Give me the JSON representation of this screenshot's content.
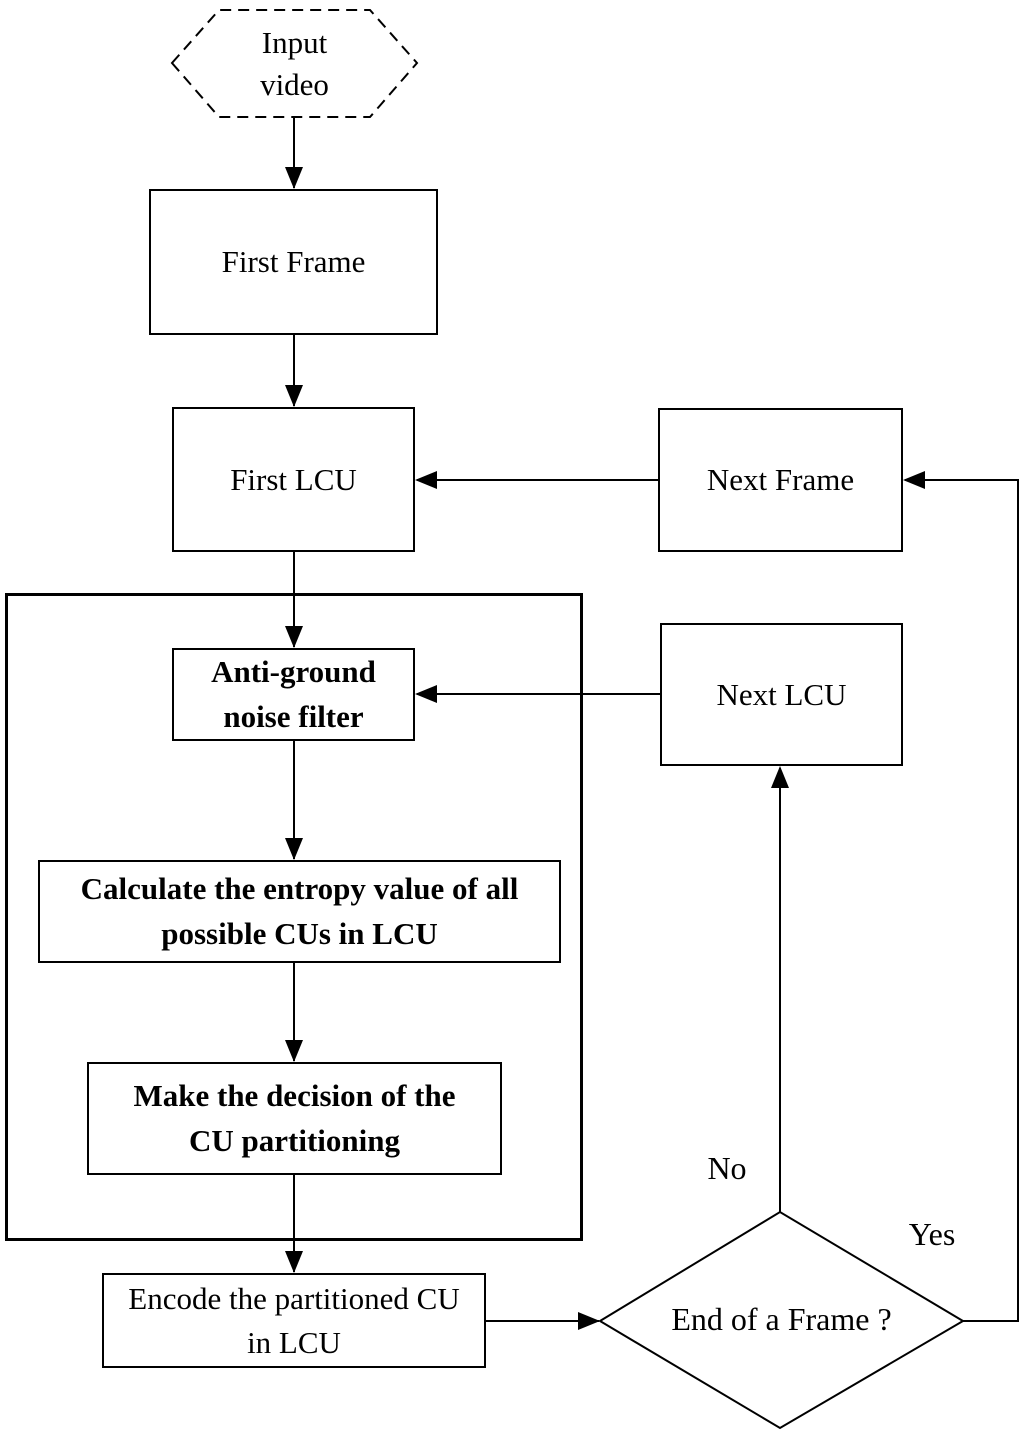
{
  "diagram": {
    "type": "flowchart",
    "background_color": "#ffffff",
    "line_color": "#000000",
    "nodes": {
      "input_video": {
        "shape": "hexagon-dashed",
        "label": "Input\nvideo"
      },
      "first_frame": {
        "shape": "rect",
        "label": "First Frame"
      },
      "first_lcu": {
        "shape": "rect",
        "label": "First LCU"
      },
      "anti_ground_noise_filter": {
        "shape": "rect-bold",
        "label": "Anti-ground\nnoise filter"
      },
      "calculate_entropy": {
        "shape": "rect-bold",
        "label": "Calculate the entropy value of all\npossible CUs in LCU"
      },
      "cu_partition_decision": {
        "shape": "rect-bold",
        "label": "Make the decision of the\nCU partitioning"
      },
      "encode_cu": {
        "shape": "rect",
        "label": "Encode the partitioned CU\nin LCU"
      },
      "end_of_frame": {
        "shape": "diamond",
        "label": "End of a Frame ?"
      },
      "next_lcu": {
        "shape": "rect",
        "label": "Next LCU"
      },
      "next_frame": {
        "shape": "rect",
        "label": "Next Frame"
      }
    },
    "edge_labels": {
      "no": "No",
      "yes": "Yes"
    }
  }
}
